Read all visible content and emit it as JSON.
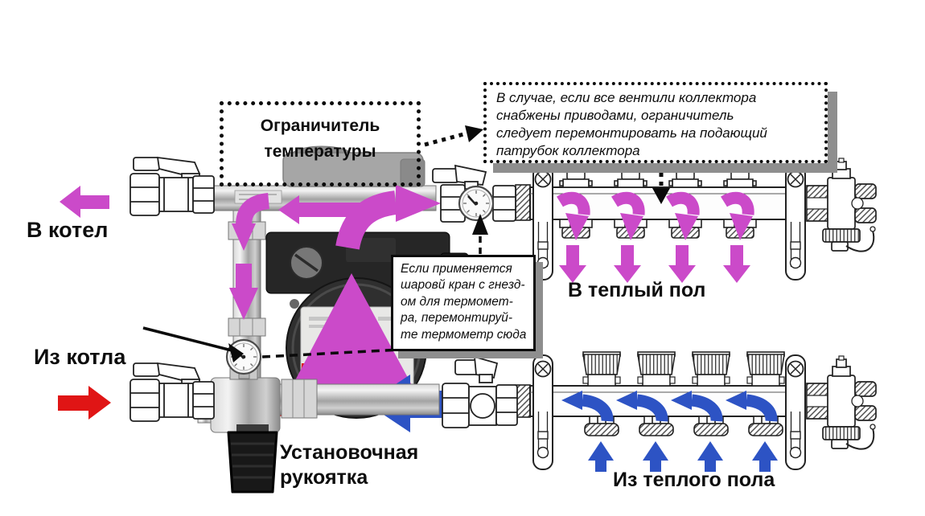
{
  "boxes": {
    "limiter": {
      "lines": [
        "Ограничитель",
        "температуры"
      ]
    },
    "collector_note": {
      "lines": [
        "В случае, если все вентили коллектора",
        "снабжены приводами, ограничитель",
        "следует перемонтировать на подающий",
        "патрубок коллектора"
      ]
    },
    "thermometer_note": {
      "lines": [
        "Если применяется",
        "шаровй кран с гнезд-",
        "ом для термомет-",
        "ра, перемонтируй-",
        "те термометр сюда"
      ]
    }
  },
  "labels": {
    "to_boiler": "В котел",
    "from_boiler": "Из котла",
    "setting_handle": [
      "Установочная",
      "рукоятка"
    ],
    "to_warm_floor": "В теплый пол",
    "from_warm_floor": "Из теплого пола"
  },
  "colors": {
    "supply_arrow_magenta": "#cb4ac9",
    "return_arrow_blue": "#2d53c4",
    "hot_inlet_red": "#e01515",
    "note_shadow_gray": "#8e8e8e"
  }
}
